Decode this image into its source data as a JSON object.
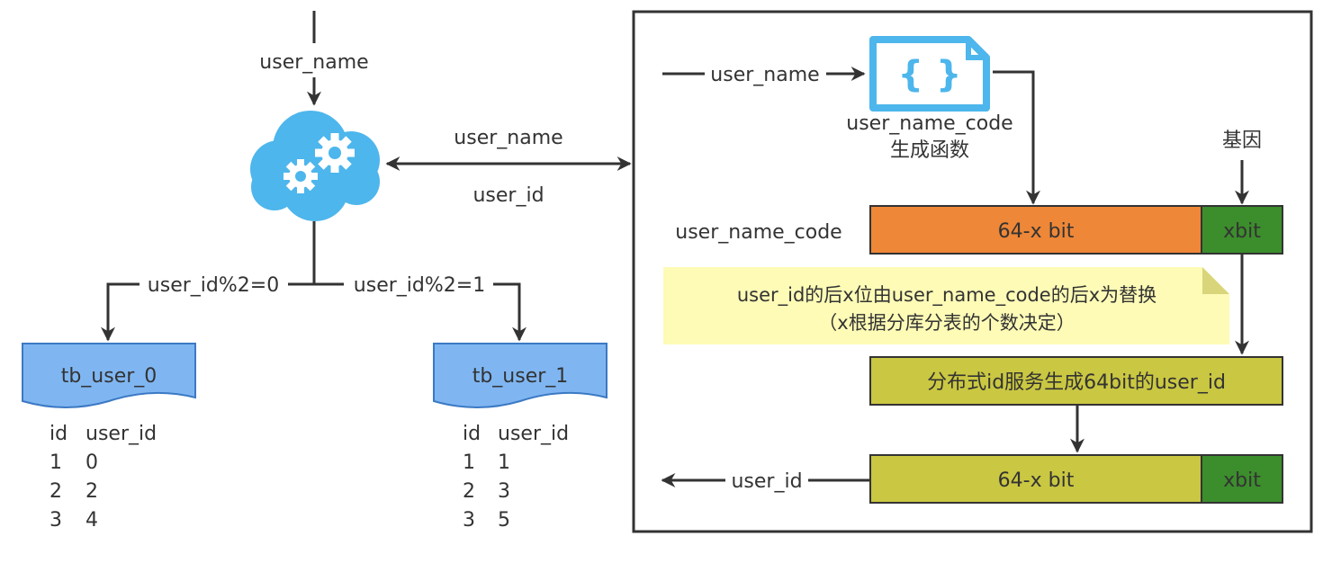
{
  "colors": {
    "cloud": "#4db6ec",
    "doc_fill": "#7fb6f2",
    "doc_stroke": "#3b79c4",
    "orange": "#ee8737",
    "green": "#3c8d2c",
    "olive": "#cac742",
    "note_fill": "#fdfbb6",
    "function_icon": "#4db6ec",
    "line": "#333333"
  },
  "icons": {
    "service": "cloud-gears-icon",
    "function": "curly-braces-file-icon"
  },
  "left": {
    "incoming_label": "user_name",
    "link_top_label": "user_name",
    "link_bottom_label": "user_id",
    "route_left_label": "user_id%2=0",
    "route_right_label": "user_id%2=1",
    "tables": [
      {
        "name": "tb_user_0",
        "headers": [
          "id",
          "user_id"
        ],
        "rows": [
          [
            "1",
            "0"
          ],
          [
            "2",
            "2"
          ],
          [
            "3",
            "4"
          ]
        ]
      },
      {
        "name": "tb_user_1",
        "headers": [
          "id",
          "user_id"
        ],
        "rows": [
          [
            "1",
            "1"
          ],
          [
            "2",
            "3"
          ],
          [
            "3",
            "5"
          ]
        ]
      }
    ]
  },
  "right": {
    "input_label": "user_name",
    "function_label_line1": "user_name_code",
    "function_label_line2": "生成函数",
    "gene_label": "基因",
    "code_row_label": "user_name_code",
    "code_main": "64-x bit",
    "code_tail": "xbit",
    "note_line1": "user_id的后x位由user_name_code的后x为替换",
    "note_line2": "（x根据分库分表的个数决定）",
    "service_box": "分布式id服务生成64bit的user_id",
    "output_main": "64-x bit",
    "output_tail": "xbit",
    "output_label": "user_id"
  }
}
